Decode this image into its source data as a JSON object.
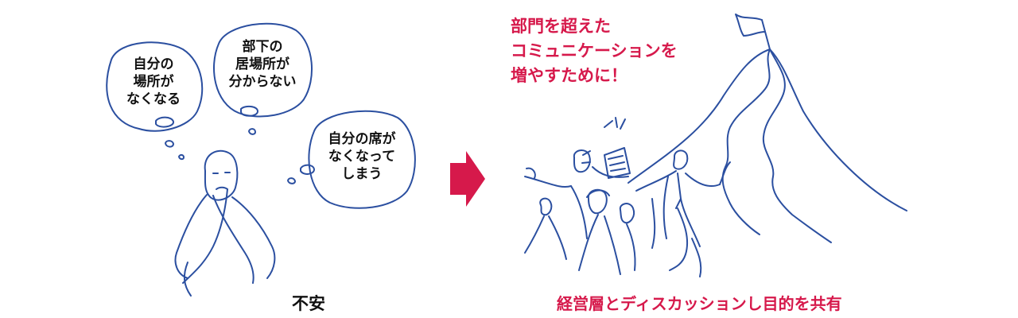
{
  "colors": {
    "ink": "#2b4fa0",
    "accent": "#d6194b",
    "text": "#111111"
  },
  "left_panel": {
    "bubbles": [
      {
        "text": "自分の\n場所が\nなくなる"
      },
      {
        "text": "部下の\n居場所が\n分からない"
      },
      {
        "text": "自分の席が\nなくなって\nしまう"
      }
    ],
    "caption": "不安"
  },
  "arrow": {
    "icon": "right-arrow-icon"
  },
  "right_panel": {
    "headline": "部門を超えた\nコミュニケーションを\n増やすために！",
    "caption": "経営層とディスカッションし目的を共有"
  }
}
